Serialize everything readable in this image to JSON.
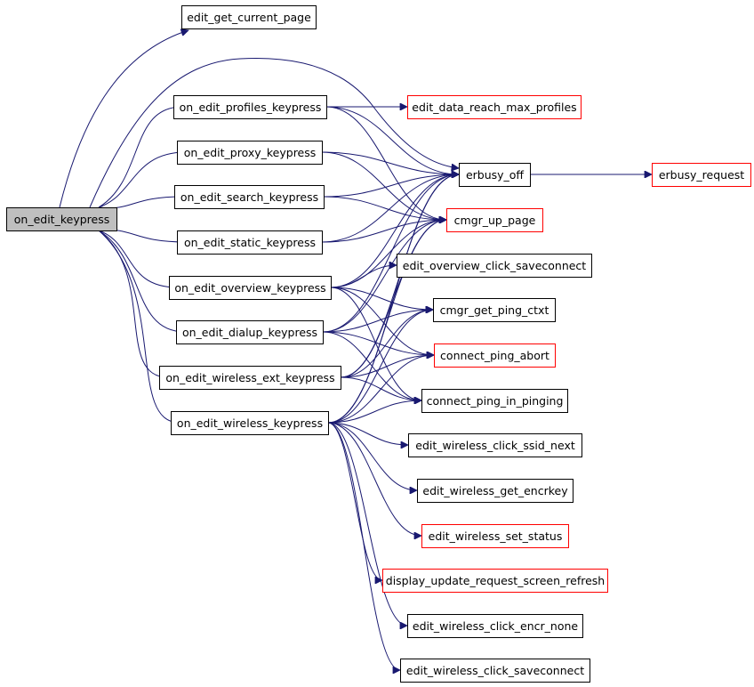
{
  "colors": {
    "edge": "#191970",
    "root_fill": "#bfbfbf",
    "normal_border": "#000000",
    "red_border": "#ff0000"
  },
  "nodes": [
    {
      "id": "on_edit_keypress",
      "label": "on_edit_keypress",
      "style": "root"
    },
    {
      "id": "edit_get_current_page",
      "label": "edit_get_current_page",
      "style": "normal"
    },
    {
      "id": "on_edit_profiles_keypress",
      "label": "on_edit_profiles_keypress",
      "style": "normal"
    },
    {
      "id": "on_edit_proxy_keypress",
      "label": "on_edit_proxy_keypress",
      "style": "normal"
    },
    {
      "id": "on_edit_search_keypress",
      "label": "on_edit_search_keypress",
      "style": "normal"
    },
    {
      "id": "on_edit_static_keypress",
      "label": "on_edit_static_keypress",
      "style": "normal"
    },
    {
      "id": "on_edit_overview_keypress",
      "label": "on_edit_overview_keypress",
      "style": "normal"
    },
    {
      "id": "on_edit_dialup_keypress",
      "label": "on_edit_dialup_keypress",
      "style": "normal"
    },
    {
      "id": "on_edit_wireless_ext_keypress",
      "label": "on_edit_wireless_ext_keypress",
      "style": "normal"
    },
    {
      "id": "on_edit_wireless_keypress",
      "label": "on_edit_wireless_keypress",
      "style": "normal"
    },
    {
      "id": "edit_data_reach_max_profiles",
      "label": "edit_data_reach_max_profiles",
      "style": "red"
    },
    {
      "id": "erbusy_off",
      "label": "erbusy_off",
      "style": "normal"
    },
    {
      "id": "erbusy_request",
      "label": "erbusy_request",
      "style": "red"
    },
    {
      "id": "cmgr_up_page",
      "label": "cmgr_up_page",
      "style": "red"
    },
    {
      "id": "edit_overview_click_saveconnect",
      "label": "edit_overview_click_saveconnect",
      "style": "normal"
    },
    {
      "id": "cmgr_get_ping_ctxt",
      "label": "cmgr_get_ping_ctxt",
      "style": "normal"
    },
    {
      "id": "connect_ping_abort",
      "label": "connect_ping_abort",
      "style": "red"
    },
    {
      "id": "connect_ping_in_pinging",
      "label": "connect_ping_in_pinging",
      "style": "normal"
    },
    {
      "id": "edit_wireless_click_ssid_next",
      "label": "edit_wireless_click_ssid_next",
      "style": "normal"
    },
    {
      "id": "edit_wireless_get_encrkey",
      "label": "edit_wireless_get_encrkey",
      "style": "normal"
    },
    {
      "id": "edit_wireless_set_status",
      "label": "edit_wireless_set_status",
      "style": "red"
    },
    {
      "id": "display_update_request_screen_refresh",
      "label": "display_update_request_screen_refresh",
      "style": "red"
    },
    {
      "id": "edit_wireless_click_encr_none",
      "label": "edit_wireless_click_encr_none",
      "style": "normal"
    },
    {
      "id": "edit_wireless_click_saveconnect",
      "label": "edit_wireless_click_saveconnect",
      "style": "normal"
    }
  ],
  "edges": [
    [
      "on_edit_keypress",
      "edit_get_current_page"
    ],
    [
      "on_edit_keypress",
      "on_edit_profiles_keypress"
    ],
    [
      "on_edit_keypress",
      "on_edit_proxy_keypress"
    ],
    [
      "on_edit_keypress",
      "on_edit_search_keypress"
    ],
    [
      "on_edit_keypress",
      "on_edit_static_keypress"
    ],
    [
      "on_edit_keypress",
      "on_edit_overview_keypress"
    ],
    [
      "on_edit_keypress",
      "on_edit_dialup_keypress"
    ],
    [
      "on_edit_keypress",
      "on_edit_wireless_ext_keypress"
    ],
    [
      "on_edit_keypress",
      "on_edit_wireless_keypress"
    ],
    [
      "on_edit_keypress",
      "erbusy_off"
    ],
    [
      "on_edit_profiles_keypress",
      "edit_data_reach_max_profiles"
    ],
    [
      "on_edit_profiles_keypress",
      "erbusy_off"
    ],
    [
      "on_edit_profiles_keypress",
      "cmgr_up_page"
    ],
    [
      "on_edit_proxy_keypress",
      "erbusy_off"
    ],
    [
      "on_edit_proxy_keypress",
      "cmgr_up_page"
    ],
    [
      "on_edit_search_keypress",
      "erbusy_off"
    ],
    [
      "on_edit_search_keypress",
      "cmgr_up_page"
    ],
    [
      "on_edit_static_keypress",
      "erbusy_off"
    ],
    [
      "on_edit_static_keypress",
      "cmgr_up_page"
    ],
    [
      "on_edit_overview_keypress",
      "erbusy_off"
    ],
    [
      "on_edit_overview_keypress",
      "cmgr_up_page"
    ],
    [
      "on_edit_overview_keypress",
      "edit_overview_click_saveconnect"
    ],
    [
      "on_edit_overview_keypress",
      "cmgr_get_ping_ctxt"
    ],
    [
      "on_edit_overview_keypress",
      "connect_ping_abort"
    ],
    [
      "on_edit_overview_keypress",
      "connect_ping_in_pinging"
    ],
    [
      "on_edit_dialup_keypress",
      "erbusy_off"
    ],
    [
      "on_edit_dialup_keypress",
      "cmgr_up_page"
    ],
    [
      "on_edit_dialup_keypress",
      "cmgr_get_ping_ctxt"
    ],
    [
      "on_edit_dialup_keypress",
      "connect_ping_abort"
    ],
    [
      "on_edit_dialup_keypress",
      "connect_ping_in_pinging"
    ],
    [
      "on_edit_wireless_ext_keypress",
      "erbusy_off"
    ],
    [
      "on_edit_wireless_ext_keypress",
      "cmgr_up_page"
    ],
    [
      "on_edit_wireless_ext_keypress",
      "cmgr_get_ping_ctxt"
    ],
    [
      "on_edit_wireless_ext_keypress",
      "connect_ping_abort"
    ],
    [
      "on_edit_wireless_ext_keypress",
      "connect_ping_in_pinging"
    ],
    [
      "on_edit_wireless_keypress",
      "erbusy_off"
    ],
    [
      "on_edit_wireless_keypress",
      "cmgr_up_page"
    ],
    [
      "on_edit_wireless_keypress",
      "cmgr_get_ping_ctxt"
    ],
    [
      "on_edit_wireless_keypress",
      "connect_ping_abort"
    ],
    [
      "on_edit_wireless_keypress",
      "connect_ping_in_pinging"
    ],
    [
      "on_edit_wireless_keypress",
      "edit_wireless_click_ssid_next"
    ],
    [
      "on_edit_wireless_keypress",
      "edit_wireless_get_encrkey"
    ],
    [
      "on_edit_wireless_keypress",
      "edit_wireless_set_status"
    ],
    [
      "on_edit_wireless_keypress",
      "display_update_request_screen_refresh"
    ],
    [
      "on_edit_wireless_keypress",
      "edit_wireless_click_encr_none"
    ],
    [
      "on_edit_wireless_keypress",
      "edit_wireless_click_saveconnect"
    ],
    [
      "erbusy_off",
      "erbusy_request"
    ]
  ]
}
